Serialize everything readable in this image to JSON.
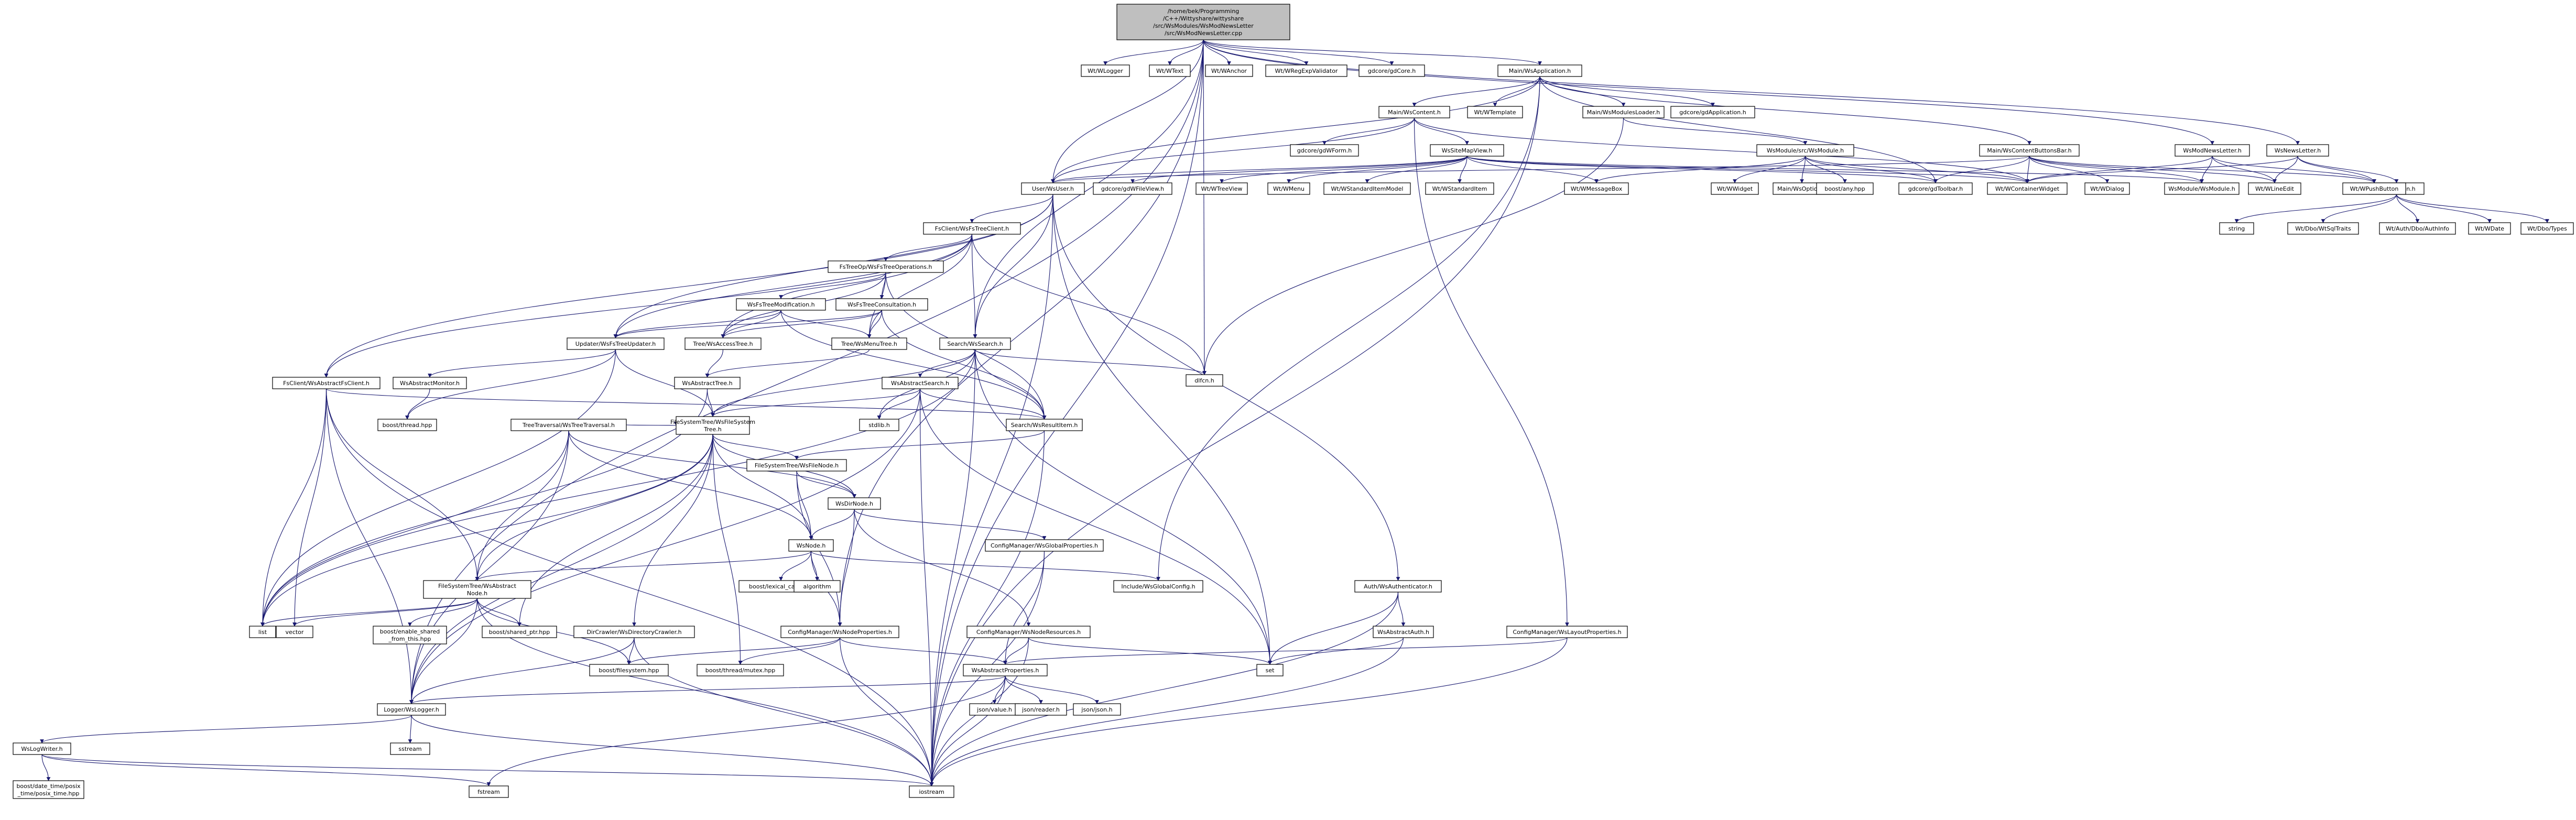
{
  "diagram": {
    "type": "include-dependency-graph",
    "root_id": "root",
    "colors": {
      "edge": "#191970",
      "node_border": "#000000",
      "node_fill": "#ffffff",
      "root_fill": "#bfbfbf",
      "background": "#ffffff"
    },
    "nodes": [
      {
        "id": "root",
        "lines": [
          "/home/bek/Programming",
          "/C++/Wittyshare/wittyshare",
          "/src/WsModules/WsModNewsLetter",
          "/src/WsModNewsLetter.cpp"
        ]
      },
      {
        "id": "n_wlogger",
        "lines": [
          "Wt/WLogger"
        ]
      },
      {
        "id": "n_wtext",
        "lines": [
          "Wt/WText"
        ]
      },
      {
        "id": "n_wanchor",
        "lines": [
          "Wt/WAnchor"
        ]
      },
      {
        "id": "n_wregexp",
        "lines": [
          "Wt/WRegExpValidator"
        ]
      },
      {
        "id": "n_gdcore",
        "lines": [
          "gdcore/gdCore.h"
        ]
      },
      {
        "id": "n_mainapp",
        "lines": [
          "Main/WsApplication.h"
        ]
      },
      {
        "id": "n_modnews",
        "lines": [
          "WsModNewsLetter.h"
        ]
      },
      {
        "id": "n_newsletter",
        "lines": [
          "WsNewsLetter.h"
        ]
      },
      {
        "id": "n_maincontent",
        "lines": [
          "Main/WsContent.h"
        ]
      },
      {
        "id": "n_wtemplate",
        "lines": [
          "Wt/WTemplate"
        ]
      },
      {
        "id": "n_modloader",
        "lines": [
          "Main/WsModulesLoader.h"
        ]
      },
      {
        "id": "n_gdapp",
        "lines": [
          "gdcore/gdApplication.h"
        ]
      },
      {
        "id": "n_cmdbar",
        "lines": [
          "Main/WsContentButtonsBar.h"
        ]
      },
      {
        "id": "n_emailtoken",
        "lines": [
          "EmailToken.h"
        ]
      },
      {
        "id": "n_gdform",
        "lines": [
          "gdcore/gdWForm.h"
        ]
      },
      {
        "id": "n_sitemap",
        "lines": [
          "WsSiteMapView.h"
        ]
      },
      {
        "id": "n_wsmodule",
        "lines": [
          "WsModule/src/WsModule.h"
        ]
      },
      {
        "id": "n_userh",
        "lines": [
          "User/WsUser.h"
        ]
      },
      {
        "id": "n_gdfileview",
        "lines": [
          "gdcore/gdWFileView.h"
        ]
      },
      {
        "id": "n_wtreeview",
        "lines": [
          "Wt/WTreeView"
        ]
      },
      {
        "id": "n_wmenu",
        "lines": [
          "Wt/WMenu"
        ]
      },
      {
        "id": "n_wstdmodel",
        "lines": [
          "Wt/WStandardItemModel"
        ]
      },
      {
        "id": "n_wstditem",
        "lines": [
          "Wt/WStandardItem"
        ]
      },
      {
        "id": "n_wmsgbox",
        "lines": [
          "Wt/WMessageBox"
        ]
      },
      {
        "id": "n_wwidget",
        "lines": [
          "Wt/WWidget"
        ]
      },
      {
        "id": "n_wsoption",
        "lines": [
          "Main/WsOption.h"
        ]
      },
      {
        "id": "n_boostany",
        "lines": [
          "boost/any.hpp"
        ]
      },
      {
        "id": "n_gdtoolbar",
        "lines": [
          "gdcore/gdToolbar.h"
        ]
      },
      {
        "id": "n_wcontainer",
        "lines": [
          "Wt/WContainerWidget"
        ]
      },
      {
        "id": "n_wdialog",
        "lines": [
          "Wt/WDialog"
        ]
      },
      {
        "id": "n_wsmodinc",
        "lines": [
          "WsModule/WsModule.h"
        ]
      },
      {
        "id": "n_wlineedit",
        "lines": [
          "Wt/WLineEdit"
        ]
      },
      {
        "id": "n_wpushbutton",
        "lines": [
          "Wt/WPushButton"
        ]
      },
      {
        "id": "n_string",
        "lines": [
          "string"
        ]
      },
      {
        "id": "n_dbosql",
        "lines": [
          "Wt/Dbo/WtSqlTraits"
        ]
      },
      {
        "id": "n_authinfo",
        "lines": [
          "Wt/Auth/Dbo/AuthInfo"
        ]
      },
      {
        "id": "n_wdate",
        "lines": [
          "Wt/WDate"
        ]
      },
      {
        "id": "n_dbotypes",
        "lines": [
          "Wt/Dbo/Types"
        ]
      },
      {
        "id": "n_fstreeclient",
        "lines": [
          "FsClient/WsFsTreeClient.h"
        ]
      },
      {
        "id": "n_treeops",
        "lines": [
          "FsTreeOp/WsFsTreeOperations.h"
        ]
      },
      {
        "id": "n_treemod",
        "lines": [
          "WsFsTreeModification.h"
        ]
      },
      {
        "id": "n_treeconsult",
        "lines": [
          "WsFsTreeConsultation.h"
        ]
      },
      {
        "id": "n_updater",
        "lines": [
          "Updater/WsFsTreeUpdater.h"
        ]
      },
      {
        "id": "n_treeaccess",
        "lines": [
          "Tree/WsAccessTree.h"
        ]
      },
      {
        "id": "n_menutree",
        "lines": [
          "Tree/WsMenuTree.h"
        ]
      },
      {
        "id": "n_searchh",
        "lines": [
          "Search/WsSearch.h"
        ]
      },
      {
        "id": "n_dlfcn",
        "lines": [
          "dlfcn.h"
        ]
      },
      {
        "id": "n_abstractfsclient",
        "lines": [
          "FsClient/WsAbstractFsClient.h"
        ]
      },
      {
        "id": "n_monitor",
        "lines": [
          "WsAbstractMonitor.h"
        ]
      },
      {
        "id": "n_abstracttree",
        "lines": [
          "WsAbstractTree.h"
        ]
      },
      {
        "id": "n_abstractsearch",
        "lines": [
          "WsAbstractSearch.h"
        ]
      },
      {
        "id": "n_boostthread",
        "lines": [
          "boost/thread.hpp"
        ]
      },
      {
        "id": "n_treetraversal",
        "lines": [
          "TreeTraversal/WsTreeTraversal.h"
        ]
      },
      {
        "id": "n_fstree",
        "lines": [
          "FileSystemTree/WsFileSystem",
          "Tree.h"
        ]
      },
      {
        "id": "n_stdlib",
        "lines": [
          "stdlib.h"
        ]
      },
      {
        "id": "n_resultitem",
        "lines": [
          "Search/WsResultItem.h"
        ]
      },
      {
        "id": "n_filenode",
        "lines": [
          "FileSystemTree/WsFileNode.h"
        ]
      },
      {
        "id": "n_dirnode",
        "lines": [
          "WsDirNode.h"
        ]
      },
      {
        "id": "n_globalprops",
        "lines": [
          "ConfigManager/WsGlobalProperties.h"
        ]
      },
      {
        "id": "n_wsnode",
        "lines": [
          "WsNode.h"
        ]
      },
      {
        "id": "n_abstractnode",
        "lines": [
          "FileSystemTree/WsAbstract",
          "Node.h"
        ]
      },
      {
        "id": "n_lexicalcast",
        "lines": [
          "boost/lexical_cast.hpp"
        ]
      },
      {
        "id": "n_algorithm",
        "lines": [
          "algorithm"
        ]
      },
      {
        "id": "n_globalconfig",
        "lines": [
          "Include/WsGlobalConfig.h"
        ]
      },
      {
        "id": "n_authenticator",
        "lines": [
          "Auth/WsAuthenticator.h"
        ]
      },
      {
        "id": "n_abstractauth",
        "lines": [
          "WsAbstractAuth.h"
        ]
      },
      {
        "id": "n_layoutprops",
        "lines": [
          "ConfigManager/WsLayoutProperties.h"
        ]
      },
      {
        "id": "n_list",
        "lines": [
          "list"
        ]
      },
      {
        "id": "n_vector",
        "lines": [
          "vector"
        ]
      },
      {
        "id": "n_enableshared",
        "lines": [
          "boost/enable_shared",
          "_from_this.hpp"
        ]
      },
      {
        "id": "n_sharedptr",
        "lines": [
          "boost/shared_ptr.hpp"
        ]
      },
      {
        "id": "n_dircrawler",
        "lines": [
          "DirCrawler/WsDirectoryCrawler.h"
        ]
      },
      {
        "id": "n_nodeprops",
        "lines": [
          "ConfigManager/WsNodeProperties.h"
        ]
      },
      {
        "id": "n_noderesources",
        "lines": [
          "ConfigManager/WsNodeResources.h"
        ]
      },
      {
        "id": "n_set",
        "lines": [
          "set"
        ]
      },
      {
        "id": "n_boostfs",
        "lines": [
          "boost/filesystem.hpp"
        ]
      },
      {
        "id": "n_mutex",
        "lines": [
          "boost/thread/mutex.hpp"
        ]
      },
      {
        "id": "n_abstractprops",
        "lines": [
          "WsAbstractProperties.h"
        ]
      },
      {
        "id": "n_loggerh",
        "lines": [
          "Logger/WsLogger.h"
        ]
      },
      {
        "id": "n_jsonvalue",
        "lines": [
          "json/value.h"
        ]
      },
      {
        "id": "n_jsonreader",
        "lines": [
          "json/reader.h"
        ]
      },
      {
        "id": "n_jsonjson",
        "lines": [
          "json/json.h"
        ]
      },
      {
        "id": "n_sstream",
        "lines": [
          "sstream"
        ]
      },
      {
        "id": "n_logwriter",
        "lines": [
          "WsLogWriter.h"
        ]
      },
      {
        "id": "n_posixtime",
        "lines": [
          "boost/date_time/posix",
          "_time/posix_time.hpp"
        ]
      },
      {
        "id": "n_fstream",
        "lines": [
          "fstream"
        ]
      },
      {
        "id": "n_iostream",
        "lines": [
          "iostream"
        ]
      }
    ]
  }
}
